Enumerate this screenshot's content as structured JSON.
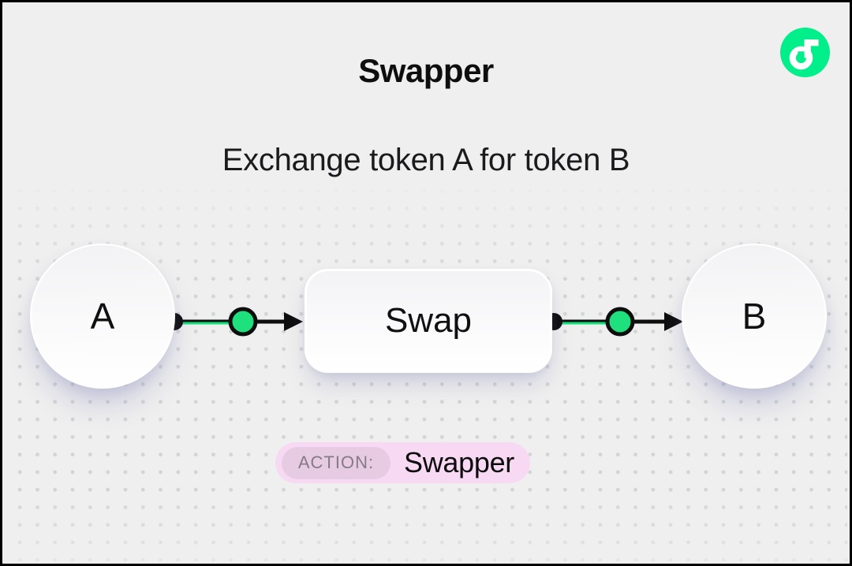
{
  "header": {
    "title": "Swapper",
    "subtitle": "Exchange token A for token B"
  },
  "logo": {
    "icon": "flow-logo"
  },
  "diagram": {
    "nodes": [
      {
        "id": "token-a",
        "type": "token-circle",
        "label": "A"
      },
      {
        "id": "swap",
        "type": "action-box",
        "label": "Swap"
      },
      {
        "id": "token-b",
        "type": "token-circle",
        "label": "B"
      }
    ],
    "connections": [
      {
        "from": "token-a",
        "to": "swap",
        "port": "green-dot"
      },
      {
        "from": "swap",
        "to": "token-b",
        "port": "green-dot"
      }
    ]
  },
  "badge": {
    "label": "ACTION:",
    "value": "Swapper"
  },
  "colors": {
    "canvas_bg": "#efefef",
    "frame": "#000000",
    "ink": "#0e0e0e",
    "accent_green": "#00ef8b",
    "connector_green": "#1ee17e",
    "connector_line_green": "#12df78",
    "badge_bg": "#f8d9f4",
    "badge_label_bg": "#e7cbe3",
    "badge_label_text": "#857b85",
    "dot_color": "#d4d4d6"
  }
}
